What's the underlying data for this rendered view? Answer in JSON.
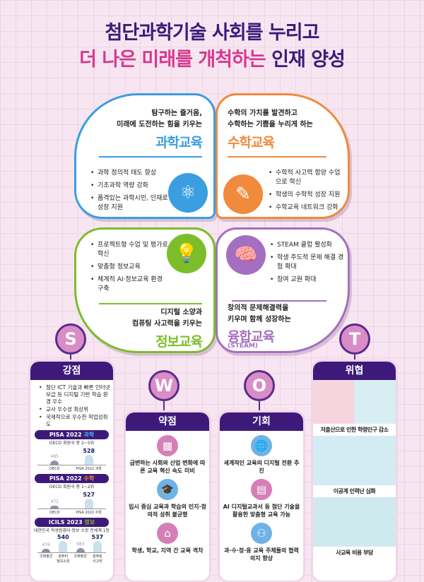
{
  "title": {
    "line1": "첨단과학기술 사회를 누리고",
    "line2_highlight": "더 나은 미래를 개척하는",
    "line2_rest": "인재 양성"
  },
  "cards": {
    "science": {
      "sub1": "탐구하는 즐거움,",
      "sub2": "미래에 도전하는 힘을 키우는",
      "title": "과학교육",
      "items": [
        "과학 정의적 태도 향상",
        "기초과학 역량 강화",
        "품격있는 과학시민, 인재로 성장 지원"
      ],
      "color": "#3a9ee0",
      "icon": "atom-icon"
    },
    "math": {
      "sub1": "수학의 가치를 발견하고",
      "sub2": "수학하는 기쁨을 누리게 하는",
      "title": "수학교육",
      "items": [
        "수학적 사고력 함양 수업으로 혁신",
        "학생의 수학적 성장 지원",
        "수학교육 네트워크 강화"
      ],
      "color": "#f08a3c",
      "icon": "pencil-ruler-icon"
    },
    "info": {
      "sub1": "디지털 소양과",
      "sub2": "컴퓨팅 사고력을 키우는",
      "title": "정보교육",
      "items": [
        "프로젝트형 수업 및 평가로 혁신",
        "맞춤형 정보교육",
        "체계적 AI·정보교육 환경 구축"
      ],
      "color": "#7cbd2a",
      "icon": "lightbulb-icon"
    },
    "steam": {
      "sub1": "창의적 문제해결력을",
      "sub2": "키우며 함께 성장하는",
      "title": "융합교육",
      "title_sub": "(STEAM)",
      "items": [
        "STEAM 클럽 활성화",
        "학생 주도적 문제 해결 경험 확대",
        "참여 교원 확대"
      ],
      "color": "#a46fc0",
      "icon": "brain-chip-icon"
    }
  },
  "swot": {
    "letters": [
      "S",
      "W",
      "O",
      "T"
    ],
    "strength": {
      "title": "강점",
      "items": [
        "첨단 ICT 기술과 빠른 인터넷 보급 등 디지털 기반 학습 환경 우수",
        "교사 우수성 최상위",
        "국제적으로 우수한 학업성취도"
      ],
      "charts": [
        {
          "label": "PISA 2022",
          "label_hl": "과학",
          "hl_color": "#4fb0f0",
          "caption": "OECD 회원국 중 2~5위",
          "categories": [
            "OECD",
            "PISA 2022 과학"
          ],
          "values": [
            485,
            528
          ]
        },
        {
          "label": "PISA 2022",
          "label_hl": "수학",
          "hl_color": "#f08a3c",
          "caption": "OECD 회원국 중 1~2위",
          "categories": [
            "OECD",
            "PISA 2022 수학"
          ],
          "values": [
            472,
            527
          ]
        },
        {
          "label": "ICILS 2023",
          "label_hl": "정보",
          "hl_color": "#7cbd2a",
          "caption": "대한민국 학생컴퓨터·정보 소양 전세계 1등",
          "categories": [
            "국제평균",
            "컴퓨터 정보소양",
            "국제평균",
            "컴퓨팅 사고력"
          ],
          "values": [
            476,
            540,
            483,
            537
          ]
        }
      ]
    },
    "weakness": {
      "title": "약점",
      "items": [
        {
          "text": "급변하는 사회와 산업 변화에 따른 교육 혁신 속도 미비",
          "icon": "classroom-icon",
          "color": "#d57fb8"
        },
        {
          "text": "입시 중심 교육과 학습의 인지·정의적 성취 불균형",
          "icon": "graduation-hand-icon",
          "color": "#6fb2e6"
        },
        {
          "text": "학생, 학교, 지역 간 교육 격차",
          "icon": "school-building-icon",
          "color": "#d57fb8"
        }
      ]
    },
    "opportunity": {
      "title": "기회",
      "items": [
        {
          "text": "세계적인 교육의 디지털 전환 추진",
          "icon": "globe-cap-icon",
          "color": "#6fb2e6"
        },
        {
          "text": "AI 디지털교과서 등 첨단 기술을 활용한 맞춤형 교육 가능",
          "icon": "digital-textbook-icon",
          "color": "#d57fb8"
        },
        {
          "text": "과·수·정·융 교육 주체들의 협력 의지 향상",
          "icon": "collaboration-icon",
          "color": "#6fb2e6"
        }
      ]
    },
    "threat": {
      "title": "위협",
      "items": [
        {
          "text": "저출산으로 인한 학령인구 감소",
          "icon": "classroom-students-illustration"
        },
        {
          "text": "이공계 인력난 심화",
          "icon": "conveyor-workers-illustration"
        },
        {
          "text": "사교육 비용 부담",
          "icon": "scale-coins-illustration"
        }
      ]
    }
  }
}
